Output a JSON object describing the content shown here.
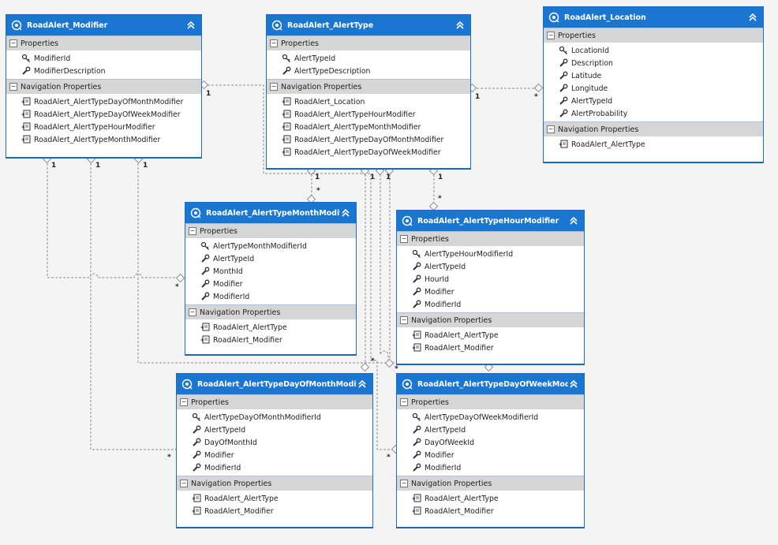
{
  "entities": {
    "modifier": {
      "title": "RoadAlert_Modifier",
      "properties_label": "Properties",
      "nav_label": "Navigation Properties",
      "properties": [
        {
          "name": "ModifierId",
          "icon": "key-icon"
        },
        {
          "name": "ModifierDescription",
          "icon": "wrench-icon"
        }
      ],
      "navigation": [
        "RoadAlert_AlertTypeDayOfMonthModifier",
        "RoadAlert_AlertTypeDayOfWeekModifier",
        "RoadAlert_AlertTypeHourModifier",
        "RoadAlert_AlertTypeMonthModifier"
      ]
    },
    "alerttype": {
      "title": "RoadAlert_AlertType",
      "properties_label": "Properties",
      "nav_label": "Navigation Properties",
      "properties": [
        {
          "name": "AlertTypeId",
          "icon": "key-icon"
        },
        {
          "name": "AlertTypeDescription",
          "icon": "wrench-icon"
        }
      ],
      "navigation": [
        "RoadAlert_Location",
        "RoadAlert_AlertTypeHourModifier",
        "RoadAlert_AlertTypeMonthModifier",
        "RoadAlert_AlertTypeDayOfMonthModifier",
        "RoadAlert_AlertTypeDayOfWeekModifier"
      ]
    },
    "location": {
      "title": "RoadAlert_Location",
      "properties_label": "Properties",
      "nav_label": "Navigation Properties",
      "properties": [
        {
          "name": "LocationId",
          "icon": "key-icon"
        },
        {
          "name": "Description",
          "icon": "wrench-icon"
        },
        {
          "name": "Latitude",
          "icon": "wrench-icon"
        },
        {
          "name": "Longitude",
          "icon": "wrench-icon"
        },
        {
          "name": "AlertTypeId",
          "icon": "wrench-icon"
        },
        {
          "name": "AlertProbability",
          "icon": "wrench-icon"
        }
      ],
      "navigation": [
        "RoadAlert_AlertType"
      ]
    },
    "monthmod": {
      "title": "RoadAlert_AlertTypeMonthModifier",
      "properties_label": "Properties",
      "nav_label": "Navigation Properties",
      "properties": [
        {
          "name": "AlertTypeMonthModifierId",
          "icon": "key-icon"
        },
        {
          "name": "AlertTypeId",
          "icon": "wrench-icon"
        },
        {
          "name": "MonthId",
          "icon": "wrench-icon"
        },
        {
          "name": "Modifier",
          "icon": "wrench-icon"
        },
        {
          "name": "ModifierId",
          "icon": "wrench-icon"
        }
      ],
      "navigation": [
        "RoadAlert_AlertType",
        "RoadAlert_Modifier"
      ]
    },
    "hourmod": {
      "title": "RoadAlert_AlertTypeHourModifier",
      "properties_label": "Properties",
      "nav_label": "Navigation Properties",
      "properties": [
        {
          "name": "AlertTypeHourModifierId",
          "icon": "key-icon"
        },
        {
          "name": "AlertTypeId",
          "icon": "wrench-icon"
        },
        {
          "name": "HourId",
          "icon": "wrench-icon"
        },
        {
          "name": "Modifier",
          "icon": "wrench-icon"
        },
        {
          "name": "ModifierId",
          "icon": "wrench-icon"
        }
      ],
      "navigation": [
        "RoadAlert_AlertType",
        "RoadAlert_Modifier"
      ]
    },
    "domod": {
      "title": "RoadAlert_AlertTypeDayOfMonthModifier",
      "properties_label": "Properties",
      "nav_label": "Navigation Properties",
      "properties": [
        {
          "name": "AlertTypeDayOfMonthModifierId",
          "icon": "key-icon"
        },
        {
          "name": "AlertTypeId",
          "icon": "wrench-icon"
        },
        {
          "name": "DayOfMonthId",
          "icon": "wrench-icon"
        },
        {
          "name": "Modifier",
          "icon": "wrench-icon"
        },
        {
          "name": "ModifierId",
          "icon": "wrench-icon"
        }
      ],
      "navigation": [
        "RoadAlert_AlertType",
        "RoadAlert_Modifier"
      ]
    },
    "dowmod": {
      "title": "RoadAlert_AlertTypeDayOfWeekModifier",
      "properties_label": "Properties",
      "nav_label": "Navigation Properties",
      "properties": [
        {
          "name": "AlertTypeDayOfWeekModifierId",
          "icon": "key-icon"
        },
        {
          "name": "AlertTypeId",
          "icon": "wrench-icon"
        },
        {
          "name": "DayOfWeekId",
          "icon": "wrench-icon"
        },
        {
          "name": "Modifier",
          "icon": "wrench-icon"
        },
        {
          "name": "ModifierId",
          "icon": "wrench-icon"
        }
      ],
      "navigation": [
        "RoadAlert_AlertType",
        "RoadAlert_Modifier"
      ]
    }
  },
  "multiplicity": {
    "one": "1",
    "many": "*"
  },
  "colors": {
    "header": "#1b76d2",
    "section": "#d6d6d6",
    "connector": "#8c8c8c",
    "background": "#f4f4f5"
  }
}
